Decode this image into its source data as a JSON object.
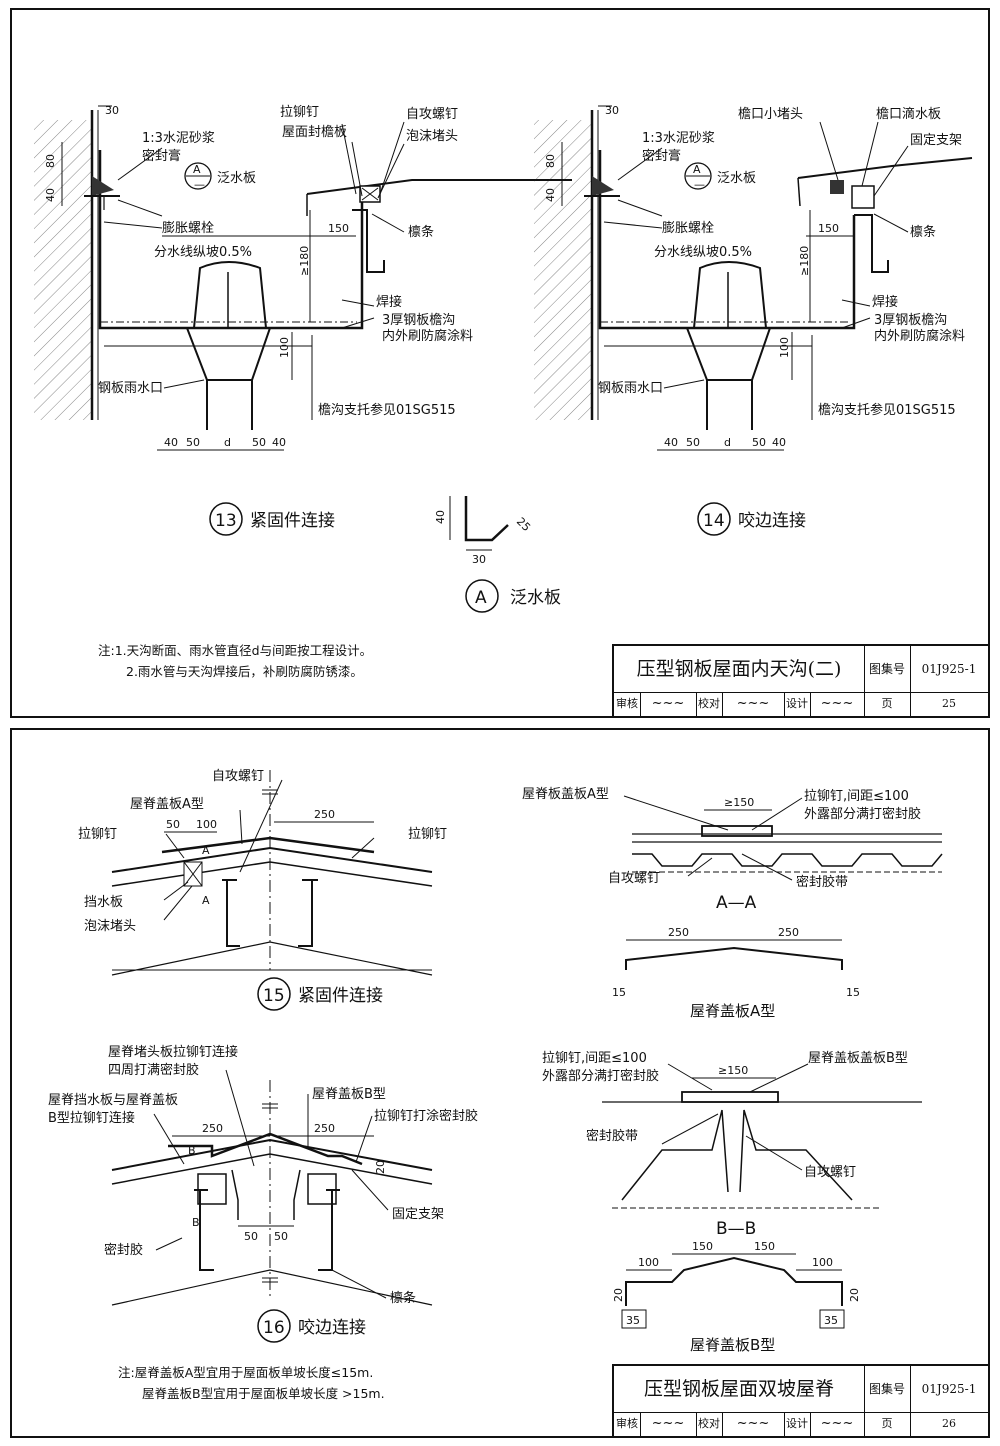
{
  "sheet25": {
    "detail13": {
      "num": "13",
      "caption": "紧固件连接"
    },
    "detail14": {
      "num": "14",
      "caption": "咬边连接"
    },
    "detailA": {
      "num": "A",
      "caption": "泛水板"
    },
    "labels": {
      "mortar": "1:3水泥砂浆",
      "sealant": "密封膏",
      "flashing": "泛水板",
      "bolt": "膨胀螺栓",
      "slope": "分水线纵坡0.5%",
      "rivet": "拉铆钉",
      "eave_plate": "屋面封檐板",
      "screw": "自攻螺钉",
      "foam": "泡沫堵头",
      "purlin": "檩条",
      "weld": "焊接",
      "gutter1": "3厚钢板檐沟",
      "gutter2": "内外刷防腐涂料",
      "outlet": "钢板雨水口",
      "support": "檐沟支托参见01SG515",
      "eave_plug": "檐口小堵头",
      "drip": "檐口滴水板",
      "bracket": "固定支架",
      "ref_A": "A",
      "ref_dash": "—"
    },
    "dims": {
      "d30": "30",
      "d80": "80",
      "d40": "40",
      "d150": "150",
      "d180": "≥180",
      "d100": "100",
      "d50": "50",
      "dd": "d",
      "d25": "25"
    },
    "notes": [
      "注:1.天沟断面、雨水管直径d与间距按工程设计。",
      "2.雨水管与天沟焊接后，补刷防腐防锈漆。"
    ],
    "title": "压型钢板屋面内天沟(二)",
    "atlas_label": "图集号",
    "atlas_no": "01J925-1",
    "review": "审核",
    "check": "校对",
    "design": "设计",
    "page_label": "页",
    "page_no": "25"
  },
  "sheet26": {
    "detail15": {
      "num": "15",
      "caption": "紧固件连接"
    },
    "detail16": {
      "num": "16",
      "caption": "咬边连接"
    },
    "labels": {
      "screw": "自攻螺钉",
      "ridge_A": "屋脊盖板A型",
      "rivet": "拉铆钉",
      "water_stop": "挡水板",
      "foam": "泡沫堵头",
      "ridge_plug1": "屋脊堵头板拉铆钉连接",
      "ridge_plug2": "四周打满密封胶",
      "ridge_stop1": "屋脊挡水板与屋脊盖板",
      "ridge_stop2": "B型拉铆钉连接",
      "ridge_B": "屋脊盖板B型",
      "rivet_seal": "拉铆钉打涂密封胶",
      "bracket": "固定支架",
      "sealant": "密封胶",
      "purlin": "檩条",
      "ridge_plate_A": "屋脊板盖板A型",
      "rivet_spacing": "拉铆钉,间距≤100",
      "exposed_seal": "外露部分满打密封胶",
      "exposed_seal_b": "外露部分满打密封胶",
      "rivet_spacing_b": "拉铆钉,间距≤100",
      "ridge_plate_B": "屋脊盖板盖板B型",
      "seal_tape": "密封胶带",
      "section_AA": "A—A",
      "section_BB": "B—B",
      "ridge_A_type": "屋脊盖板A型",
      "ridge_B_type": "屋脊盖板B型",
      "mark_A": "A",
      "mark_B": "B"
    },
    "dims": {
      "d50": "50",
      "d100": "100",
      "d250": "250",
      "d150": "≥150",
      "d15": "15",
      "d20": "20",
      "d35": "35",
      "d150b": "150"
    },
    "notes": [
      "注:屋脊盖板A型宜用于屋面板单坡长度≤15m.",
      "屋脊盖板B型宜用于屋面板单坡长度 >15m."
    ],
    "title": "压型钢板屋面双坡屋脊",
    "atlas_label": "图集号",
    "atlas_no": "01J925-1",
    "review": "审核",
    "check": "校对",
    "design": "设计",
    "page_label": "页",
    "page_no": "26"
  }
}
